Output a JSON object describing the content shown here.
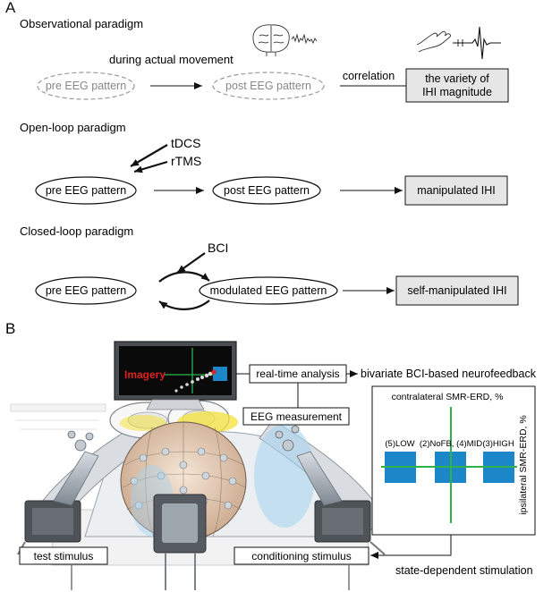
{
  "panelA": {
    "label": "A",
    "observational": {
      "title": "Observational paradigm",
      "note": "during actual movement",
      "pre": "pre EEG pattern",
      "post": "post EEG pattern",
      "correlation": "correlation",
      "result_line1": "the variety of",
      "result_line2": "IHI magnitude"
    },
    "openloop": {
      "title": "Open-loop paradigm",
      "stim1": "tDCS",
      "stim2": "rTMS",
      "pre": "pre EEG pattern",
      "post": "post EEG pattern",
      "result": "manipulated IHI"
    },
    "closedloop": {
      "title": "Closed-loop paradigm",
      "stim": "BCI",
      "pre": "pre EEG pattern",
      "post": "modulated EEG pattern",
      "result": "self-manipulated IHI"
    }
  },
  "panelB": {
    "label": "B",
    "monitor_text": "Imagery",
    "realtime": "real-time analysis",
    "bci": "bivariate BCI-based neurofeedback",
    "eeg": "EEG measurement",
    "test": "test stimulus",
    "conditioning": "conditioning stimulus",
    "state": "state-dependent stimulation",
    "plot": {
      "xlabel": "contralateral SMR-ERD, %",
      "ylabel": "ipsilateral SMR-ERD, %",
      "labels": [
        "(5)LOW",
        "(2)NoFB, (4)MID",
        "(3)HIGH"
      ]
    }
  },
  "colors": {
    "box_fill": "#e6e6e6",
    "dashed_gray": "#999999",
    "green": "#2db34a",
    "blue": "#1b87c9",
    "red": "#e02020",
    "yellow": "#f4e23a",
    "light_blue": "#a9d3ef"
  }
}
